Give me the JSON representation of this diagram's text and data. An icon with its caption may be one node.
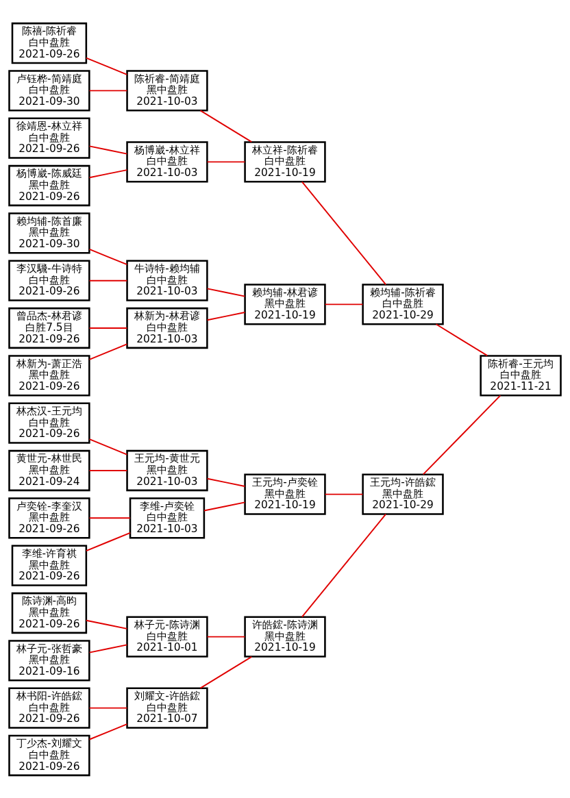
{
  "diagram": {
    "nodes": [
      {
        "text": [
          "林杰汉-王元均",
          "白中盘胜",
          "2021-09-26"
        ]
      },
      {
        "text": [
          "黄世元-林世民",
          "黑中盘胜",
          "2021-09-24"
        ]
      },
      {
        "text": [
          "卢奕铨-李奎汉",
          "黑中盘胜",
          "2021-09-26"
        ]
      },
      {
        "text": [
          "李维-许育祺",
          "黑中盘胜",
          "2021-09-26"
        ]
      },
      {
        "text": [
          "林书阳-许皓鋐",
          "白中盘胜",
          "2021-09-26"
        ]
      },
      {
        "text": [
          "丁少杰-刘耀文",
          "白中盘胜",
          "2021-09-26"
        ]
      },
      {
        "text": [
          "陈诗渊-高昀",
          "黑中盘胜",
          "2021-09-26"
        ]
      },
      {
        "text": [
          "林子元-张哲豪",
          "黑中盘胜",
          "2021-09-16"
        ]
      },
      {
        "text": [
          "陈禧-陈祈睿",
          "白中盘胜",
          "2021-09-26"
        ]
      },
      {
        "text": [
          "卢钰桦-简靖庭",
          "白中盘胜",
          "2021-09-30"
        ]
      },
      {
        "text": [
          "徐靖恩-林立祥",
          "白中盘胜",
          "2021-09-26"
        ]
      },
      {
        "text": [
          "杨博崴-陈威廷",
          "黑中盘胜",
          "2021-09-26"
        ]
      },
      {
        "text": [
          "赖均辅-陈首廉",
          "黑中盘胜",
          "2021-09-30"
        ]
      },
      {
        "text": [
          "李汉騛-牛诗特",
          "白中盘胜",
          "2021-09-26"
        ]
      },
      {
        "text": [
          "曾品杰-林君谚",
          "白胜7.5目",
          "2021-09-26"
        ]
      },
      {
        "text": [
          "林新为-萧正浩",
          "黑中盘胜",
          "2021-09-26"
        ]
      },
      {
        "text": [
          "王元均-黄世元",
          "黑中盘胜",
          "2021-10-03"
        ]
      },
      {
        "text": [
          "李维-卢奕铨",
          "白中盘胜",
          "2021-10-03"
        ]
      },
      {
        "text": [
          "刘耀文-许皓鋐",
          "白中盘胜",
          "2021-10-07"
        ]
      },
      {
        "text": [
          "林子元-陈诗渊",
          "白中盘胜",
          "2021-10-01"
        ]
      },
      {
        "text": [
          "陈祈睿-简靖庭",
          "黑中盘胜",
          "2021-10-03"
        ]
      },
      {
        "text": [
          "杨博崴-林立祥",
          "白中盘胜",
          "2021-10-03"
        ]
      },
      {
        "text": [
          "牛诗特-赖均辅",
          "白中盘胜",
          "2021-10-03"
        ]
      },
      {
        "text": [
          "林新为-林君谚",
          "白中盘胜",
          "2021-10-03"
        ]
      },
      {
        "text": [
          "王元均-卢奕铨",
          "黑中盘胜",
          "2021-10-19"
        ]
      },
      {
        "text": [
          "许皓鋐-陈诗渊",
          "黑中盘胜",
          "2021-10-19"
        ]
      },
      {
        "text": [
          "林立祥-陈祈睿",
          "白中盘胜",
          "2021-10-19"
        ]
      },
      {
        "text": [
          "赖均辅-林君谚",
          "黑中盘胜",
          "2021-10-19"
        ]
      },
      {
        "text": [
          "王元均-许皓鋐",
          "黑中盘胜",
          "2021-10-29"
        ]
      },
      {
        "text": [
          "赖均辅-陈祈睿",
          "白中盘胜",
          "2021-10-29"
        ]
      },
      {
        "text": [
          "陈祈睿-王元均",
          "白中盘胜",
          "2021-11-21"
        ]
      }
    ],
    "edges": [
      {
        "from": 0,
        "to": 16,
        "arrow": "none"
      },
      {
        "from": 1,
        "to": 16,
        "arrow": "none"
      },
      {
        "from": 2,
        "to": 17,
        "arrow": "none"
      },
      {
        "from": 3,
        "to": 17,
        "arrow": "none"
      },
      {
        "from": 4,
        "to": 18,
        "arrow": "none"
      },
      {
        "from": 5,
        "to": 18,
        "arrow": "none"
      },
      {
        "from": 6,
        "to": 19,
        "arrow": "none"
      },
      {
        "from": 7,
        "to": 19,
        "arrow": "none"
      },
      {
        "from": 8,
        "to": 20,
        "arrow": "none"
      },
      {
        "from": 9,
        "to": 20,
        "arrow": "none"
      },
      {
        "from": 10,
        "to": 21,
        "arrow": "none"
      },
      {
        "from": 11,
        "to": 21,
        "arrow": "none"
      },
      {
        "from": 12,
        "to": 22,
        "arrow": "none"
      },
      {
        "from": 13,
        "to": 22,
        "arrow": "none"
      },
      {
        "from": 14,
        "to": 23,
        "arrow": "none"
      },
      {
        "from": 15,
        "to": 23,
        "arrow": "none"
      },
      {
        "from": 16,
        "to": 24,
        "arrow": "none"
      },
      {
        "from": 17,
        "to": 24,
        "arrow": "none"
      },
      {
        "from": 18,
        "to": 25,
        "arrow": "none"
      },
      {
        "from": 19,
        "to": 25,
        "arrow": "none"
      },
      {
        "from": 20,
        "to": 26,
        "arrow": "none"
      },
      {
        "from": 21,
        "to": 26,
        "arrow": "none"
      },
      {
        "from": 22,
        "to": 27,
        "arrow": "none"
      },
      {
        "from": 23,
        "to": 27,
        "arrow": "none"
      },
      {
        "from": 24,
        "to": 28,
        "arrow": "none"
      },
      {
        "from": 25,
        "to": 28,
        "arrow": "none"
      },
      {
        "from": 26,
        "to": 29,
        "arrow": "none"
      },
      {
        "from": 27,
        "to": 29,
        "arrow": "none"
      },
      {
        "from": 28,
        "to": 30,
        "arrow": "none"
      },
      {
        "from": 29,
        "to": 30,
        "arrow": "none"
      }
    ]
  }
}
